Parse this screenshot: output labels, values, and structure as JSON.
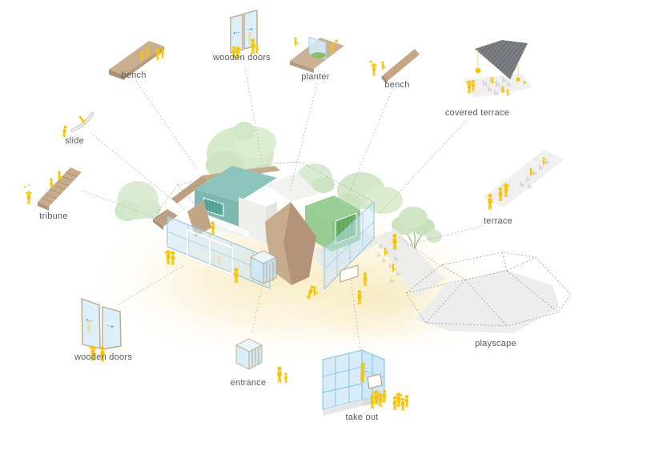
{
  "callouts": [
    {
      "id": "bench-top-left",
      "label": "bench",
      "icon": "wood-plank-bench-icon"
    },
    {
      "id": "wooden-doors-top",
      "label": "wooden doors",
      "icon": "sliding-glass-doors-icon"
    },
    {
      "id": "planter",
      "label": "planter",
      "icon": "planter-bed-icon"
    },
    {
      "id": "bench-top-right",
      "label": "bench",
      "icon": "wood-plank-bench-icon"
    },
    {
      "id": "covered-terrace",
      "label": "covered terrace",
      "icon": "canopy-terrace-icon"
    },
    {
      "id": "slide",
      "label": "slide",
      "icon": "playground-slide-icon"
    },
    {
      "id": "tribune",
      "label": "tribune",
      "icon": "wooden-stairs-seating-icon"
    },
    {
      "id": "terrace",
      "label": "terrace",
      "icon": "outdoor-seating-strip-icon"
    },
    {
      "id": "wooden-doors-bottom",
      "label": "wooden doors",
      "icon": "sliding-glass-doors-icon"
    },
    {
      "id": "entrance",
      "label": "entrance",
      "icon": "glass-cube-entrance-icon"
    },
    {
      "id": "take-out",
      "label": "take out",
      "icon": "corner-glass-counter-icon"
    },
    {
      "id": "playscape",
      "label": "playscape",
      "icon": "faceted-wireframe-landscape-icon"
    }
  ],
  "colors": {
    "figure_yellow": "#f7c400",
    "glass_blue": "#cde6f7",
    "glass_stroke": "#8fc3de",
    "wood_tan": "#c7ab8d",
    "wood_tan_dark": "#b3947a",
    "teal_volume": "#8dc5bc",
    "green_volume": "#9ccf97",
    "tree_green": "#d7e9cc",
    "canopy_gray": "#6f7276",
    "platform_gray": "#efeff0",
    "ground_glow": "#f7e9bb",
    "leader_line_gray": "#b2b2b2",
    "label_text": "#59595b"
  }
}
